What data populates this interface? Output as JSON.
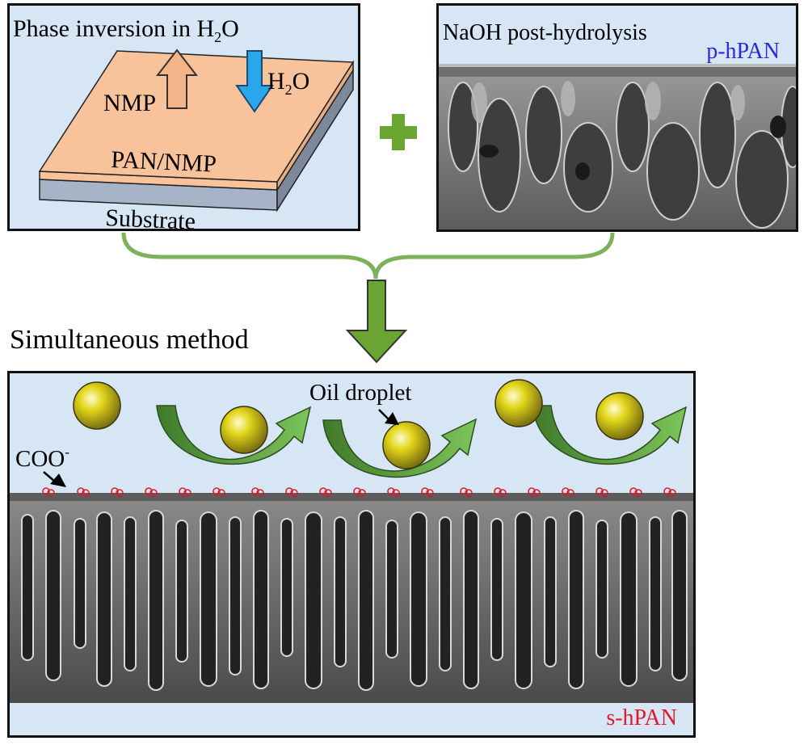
{
  "phase_panel": {
    "title_prefix": "Phase inversion in H",
    "title_sub": "2",
    "title_suffix": "O",
    "nmp_label": "NMP",
    "h2o_prefix": "H",
    "h2o_sub": "2",
    "h2o_suffix": "O",
    "film_label": "PAN/NMP",
    "substrate_label": "Substrate"
  },
  "naoh_panel": {
    "title": "NaOH post-hydrolysis",
    "tag": "p-hPAN"
  },
  "sim_section": {
    "heading": "Simultaneous method",
    "oil_label": "Oil droplet",
    "coo_label": "COO",
    "coo_sup": "-",
    "tag": "s-hPAN"
  },
  "colors": {
    "panel_bg": "#d7e6f5",
    "film_top": "#f8c29b",
    "substrate": "#a7b3c7",
    "up_arrow": "#f4b48a",
    "down_arrow": "#2aa6ea",
    "plus": "#6aa534",
    "connector": "#7cb35a",
    "big_arrow": "#6aa534",
    "droplet": "#e3d61a",
    "p_hpan": "#2b2bd6",
    "s_hpan": "#e0182a",
    "coo_groups": "#e0182a"
  },
  "icons": [
    "up-arrow-icon",
    "down-arrow-icon",
    "plus-icon",
    "down-arrow-big-icon",
    "curved-arrow-icon",
    "oil-droplet-icon",
    "coo-group-icon"
  ]
}
